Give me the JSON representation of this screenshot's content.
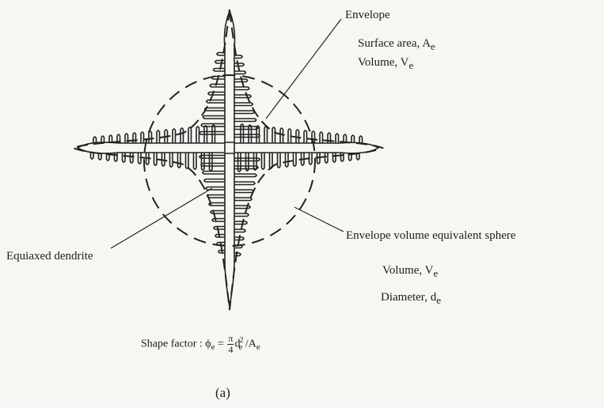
{
  "labels": {
    "envelope": "Envelope",
    "surface_area": "Surface area, A",
    "surface_area_sub": "e",
    "volume_top": "Volume, V",
    "volume_top_sub": "e",
    "equiaxed": "Equiaxed dendrite",
    "sphere": "Envelope volume equivalent sphere",
    "volume_bottom": "Volume, V",
    "volume_bottom_sub": "e",
    "diameter": "Diameter, d",
    "diameter_sub": "e"
  },
  "formula": {
    "prefix": "Shape factor :",
    "phi": "ϕ",
    "phi_sub": "e",
    "equals": "=",
    "pi": "π",
    "four": "4",
    "d": "d",
    "d_sub": "e",
    "d_sup": "2",
    "slash": "/A",
    "a_sub": "e"
  },
  "caption": "(a)"
}
